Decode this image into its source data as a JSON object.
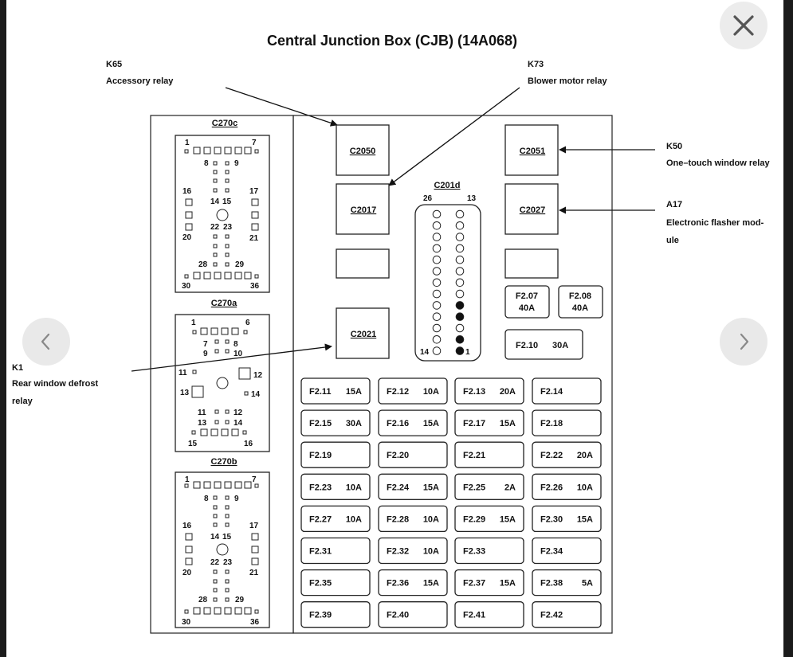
{
  "title": "Central Junction Box (CJB) (14A068)",
  "callouts": {
    "k65": {
      "code": "K65",
      "name": "Accessory relay"
    },
    "k73": {
      "code": "K73",
      "name": "Blower motor relay"
    },
    "k50": {
      "code": "K50",
      "name": "One–touch window relay"
    },
    "a17": {
      "code": "A17",
      "name_line1": "Electronic flasher mod-",
      "name_line2": "ule"
    },
    "k1": {
      "code": "K1",
      "name_line1": "Rear window defrost",
      "name_line2": "relay"
    }
  },
  "connectors": {
    "c270c": {
      "label": "C270c",
      "pins": {
        "p1": "1",
        "p7": "7",
        "p8": "8",
        "p9": "9",
        "p16": "16",
        "p17": "17",
        "p14": "14",
        "p15": "15",
        "p22": "22",
        "p23": "23",
        "p20": "20",
        "p21": "21",
        "p28": "28",
        "p29": "29",
        "p30": "30",
        "p36": "36"
      }
    },
    "c270a": {
      "label": "C270a",
      "pins": {
        "p1": "1",
        "p6": "6",
        "p7": "7",
        "p8": "8",
        "p9": "9",
        "p10": "10",
        "p11": "11",
        "p12": "12",
        "p13": "13",
        "p14": "14",
        "p11b": "11",
        "p12b": "12",
        "p13b": "13",
        "p14b": "14",
        "p15": "15",
        "p16": "16"
      }
    },
    "c270b": {
      "label": "C270b",
      "pins": {
        "p1": "1",
        "p7": "7",
        "p8": "8",
        "p9": "9",
        "p16": "16",
        "p17": "17",
        "p14": "14",
        "p15": "15",
        "p22": "22",
        "p23": "23",
        "p20": "20",
        "p21": "21",
        "p28": "28",
        "p29": "29",
        "p30": "30",
        "p36": "36"
      }
    },
    "c201d": {
      "label": "C201d",
      "pins": {
        "p26": "26",
        "p13": "13",
        "p14": "14",
        "p1": "1"
      }
    }
  },
  "relays": {
    "c2050": "C2050",
    "c2051": "C2051",
    "c2017": "C2017",
    "c2027": "C2027",
    "c2021": "C2021"
  },
  "top_fuses": {
    "f207": {
      "name": "F2.07",
      "rating": "40A"
    },
    "f208": {
      "name": "F2.08",
      "rating": "40A"
    },
    "f210": {
      "name": "F2.10",
      "rating": "30A"
    }
  },
  "fuse_rows": [
    [
      {
        "name": "F2.11",
        "rating": "15A"
      },
      {
        "name": "F2.12",
        "rating": "10A"
      },
      {
        "name": "F2.13",
        "rating": "20A"
      },
      {
        "name": "F2.14",
        "rating": ""
      }
    ],
    [
      {
        "name": "F2.15",
        "rating": "30A"
      },
      {
        "name": "F2.16",
        "rating": "15A"
      },
      {
        "name": "F2.17",
        "rating": "15A"
      },
      {
        "name": "F2.18",
        "rating": ""
      }
    ],
    [
      {
        "name": "F2.19",
        "rating": ""
      },
      {
        "name": "F2.20",
        "rating": ""
      },
      {
        "name": "F2.21",
        "rating": ""
      },
      {
        "name": "F2.22",
        "rating": "20A"
      }
    ],
    [
      {
        "name": "F2.23",
        "rating": "10A"
      },
      {
        "name": "F2.24",
        "rating": "15A"
      },
      {
        "name": "F2.25",
        "rating": "2A"
      },
      {
        "name": "F2.26",
        "rating": "10A"
      }
    ],
    [
      {
        "name": "F2.27",
        "rating": "10A"
      },
      {
        "name": "F2.28",
        "rating": "10A"
      },
      {
        "name": "F2.29",
        "rating": "15A"
      },
      {
        "name": "F2.30",
        "rating": "15A"
      }
    ],
    [
      {
        "name": "F2.31",
        "rating": ""
      },
      {
        "name": "F2.32",
        "rating": "10A"
      },
      {
        "name": "F2.33",
        "rating": ""
      },
      {
        "name": "F2.34",
        "rating": ""
      }
    ],
    [
      {
        "name": "F2.35",
        "rating": ""
      },
      {
        "name": "F2.36",
        "rating": "15A"
      },
      {
        "name": "F2.37",
        "rating": "15A"
      },
      {
        "name": "F2.38",
        "rating": "5A"
      }
    ],
    [
      {
        "name": "F2.39",
        "rating": ""
      },
      {
        "name": "F2.40",
        "rating": ""
      },
      {
        "name": "F2.41",
        "rating": ""
      },
      {
        "name": "F2.42",
        "rating": ""
      }
    ]
  ],
  "viewer": {
    "close_icon": "close-icon",
    "prev_icon": "chevron-left-icon",
    "next_icon": "chevron-right-icon"
  }
}
